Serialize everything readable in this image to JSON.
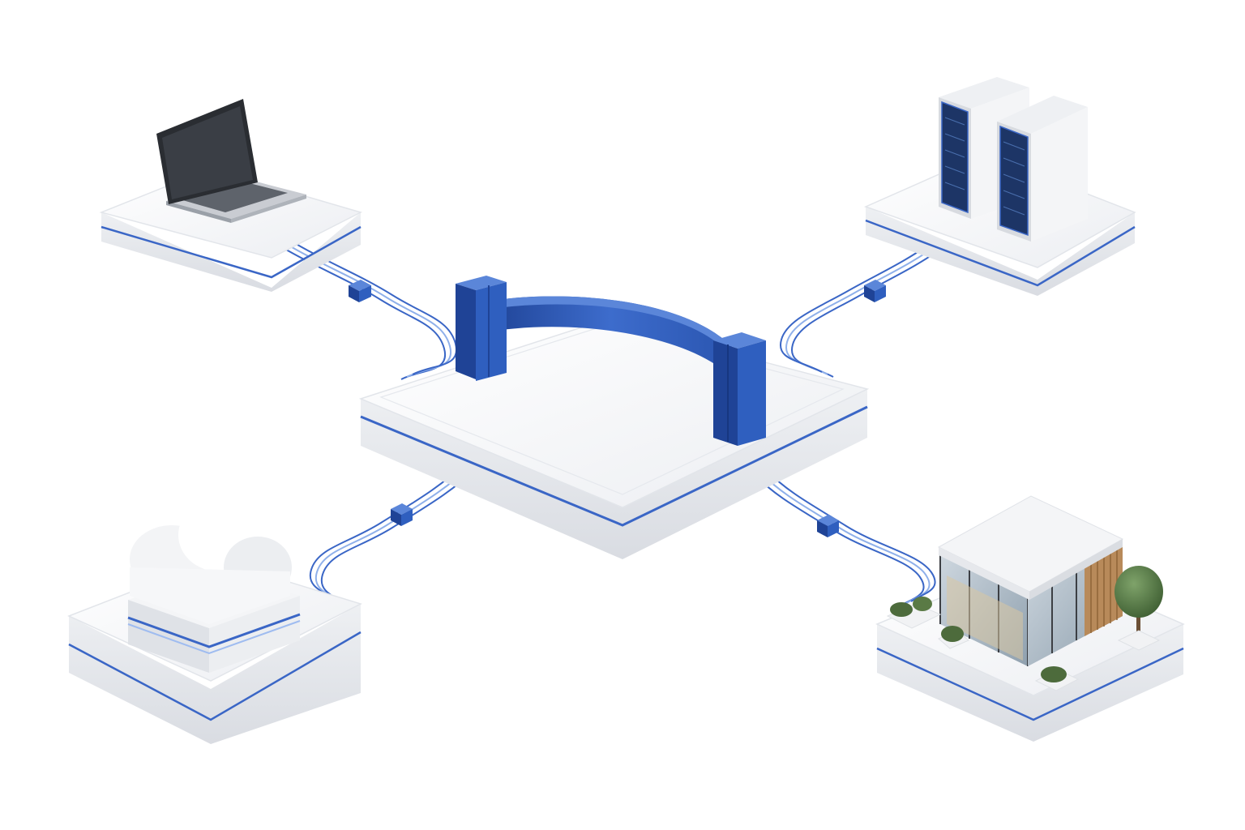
{
  "diagram": {
    "hub": {
      "icon": "bridge-icon"
    },
    "nodes": [
      {
        "id": "laptop",
        "icon": "laptop-icon",
        "position": "top-left"
      },
      {
        "id": "servers",
        "icon": "server-rack-icon",
        "position": "top-right"
      },
      {
        "id": "cloud",
        "icon": "cloud-icon",
        "position": "bottom-left"
      },
      {
        "id": "office",
        "icon": "office-building-icon",
        "position": "bottom-right"
      }
    ],
    "colors": {
      "accent": "#2f5fbf",
      "accent_dark": "#1f4396",
      "accent_light": "#5b86d9",
      "platform_top": "#f7f8fa",
      "platform_side": "#e6e8ec",
      "shadow": "#eef0f3"
    }
  }
}
